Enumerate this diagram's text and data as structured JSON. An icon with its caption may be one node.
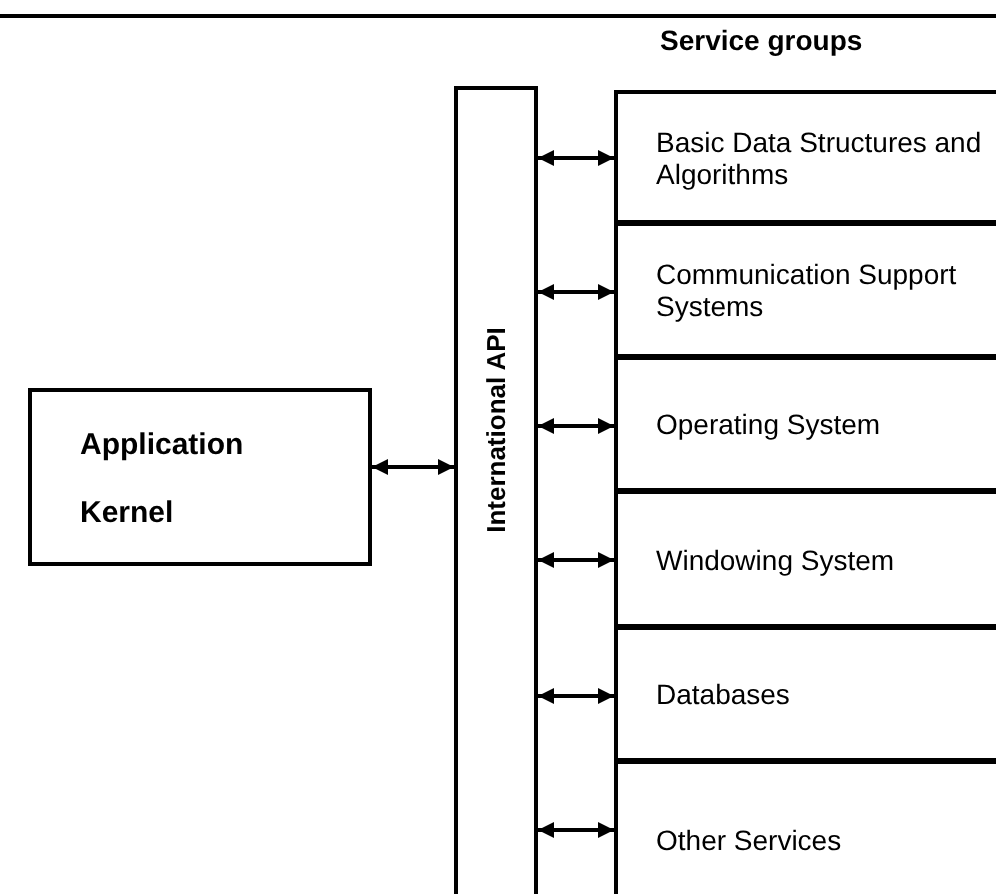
{
  "diagram": {
    "nodes": [
      {
        "text": [
          "Application Kernel"
        ]
      },
      {
        "text": [
          "International API"
        ]
      },
      {
        "text": [
          "Basic Data Structures and Algorithms"
        ]
      },
      {
        "text": [
          "Communication Support Systems"
        ]
      },
      {
        "text": [
          "Operating System"
        ]
      },
      {
        "text": [
          "Windowing System"
        ]
      },
      {
        "text": [
          "Databases"
        ]
      },
      {
        "text": [
          "Other Services"
        ]
      }
    ],
    "edges": [
      {
        "from": 0,
        "to": 1,
        "arrow": "both"
      },
      {
        "from": 1,
        "to": 2,
        "arrow": "both"
      },
      {
        "from": 1,
        "to": 3,
        "arrow": "both"
      },
      {
        "from": 1,
        "to": 4,
        "arrow": "both"
      },
      {
        "from": 1,
        "to": 5,
        "arrow": "both"
      },
      {
        "from": 1,
        "to": 6,
        "arrow": "both"
      },
      {
        "from": 1,
        "to": 7,
        "arrow": "both"
      }
    ],
    "labels": [
      "Service groups"
    ]
  }
}
